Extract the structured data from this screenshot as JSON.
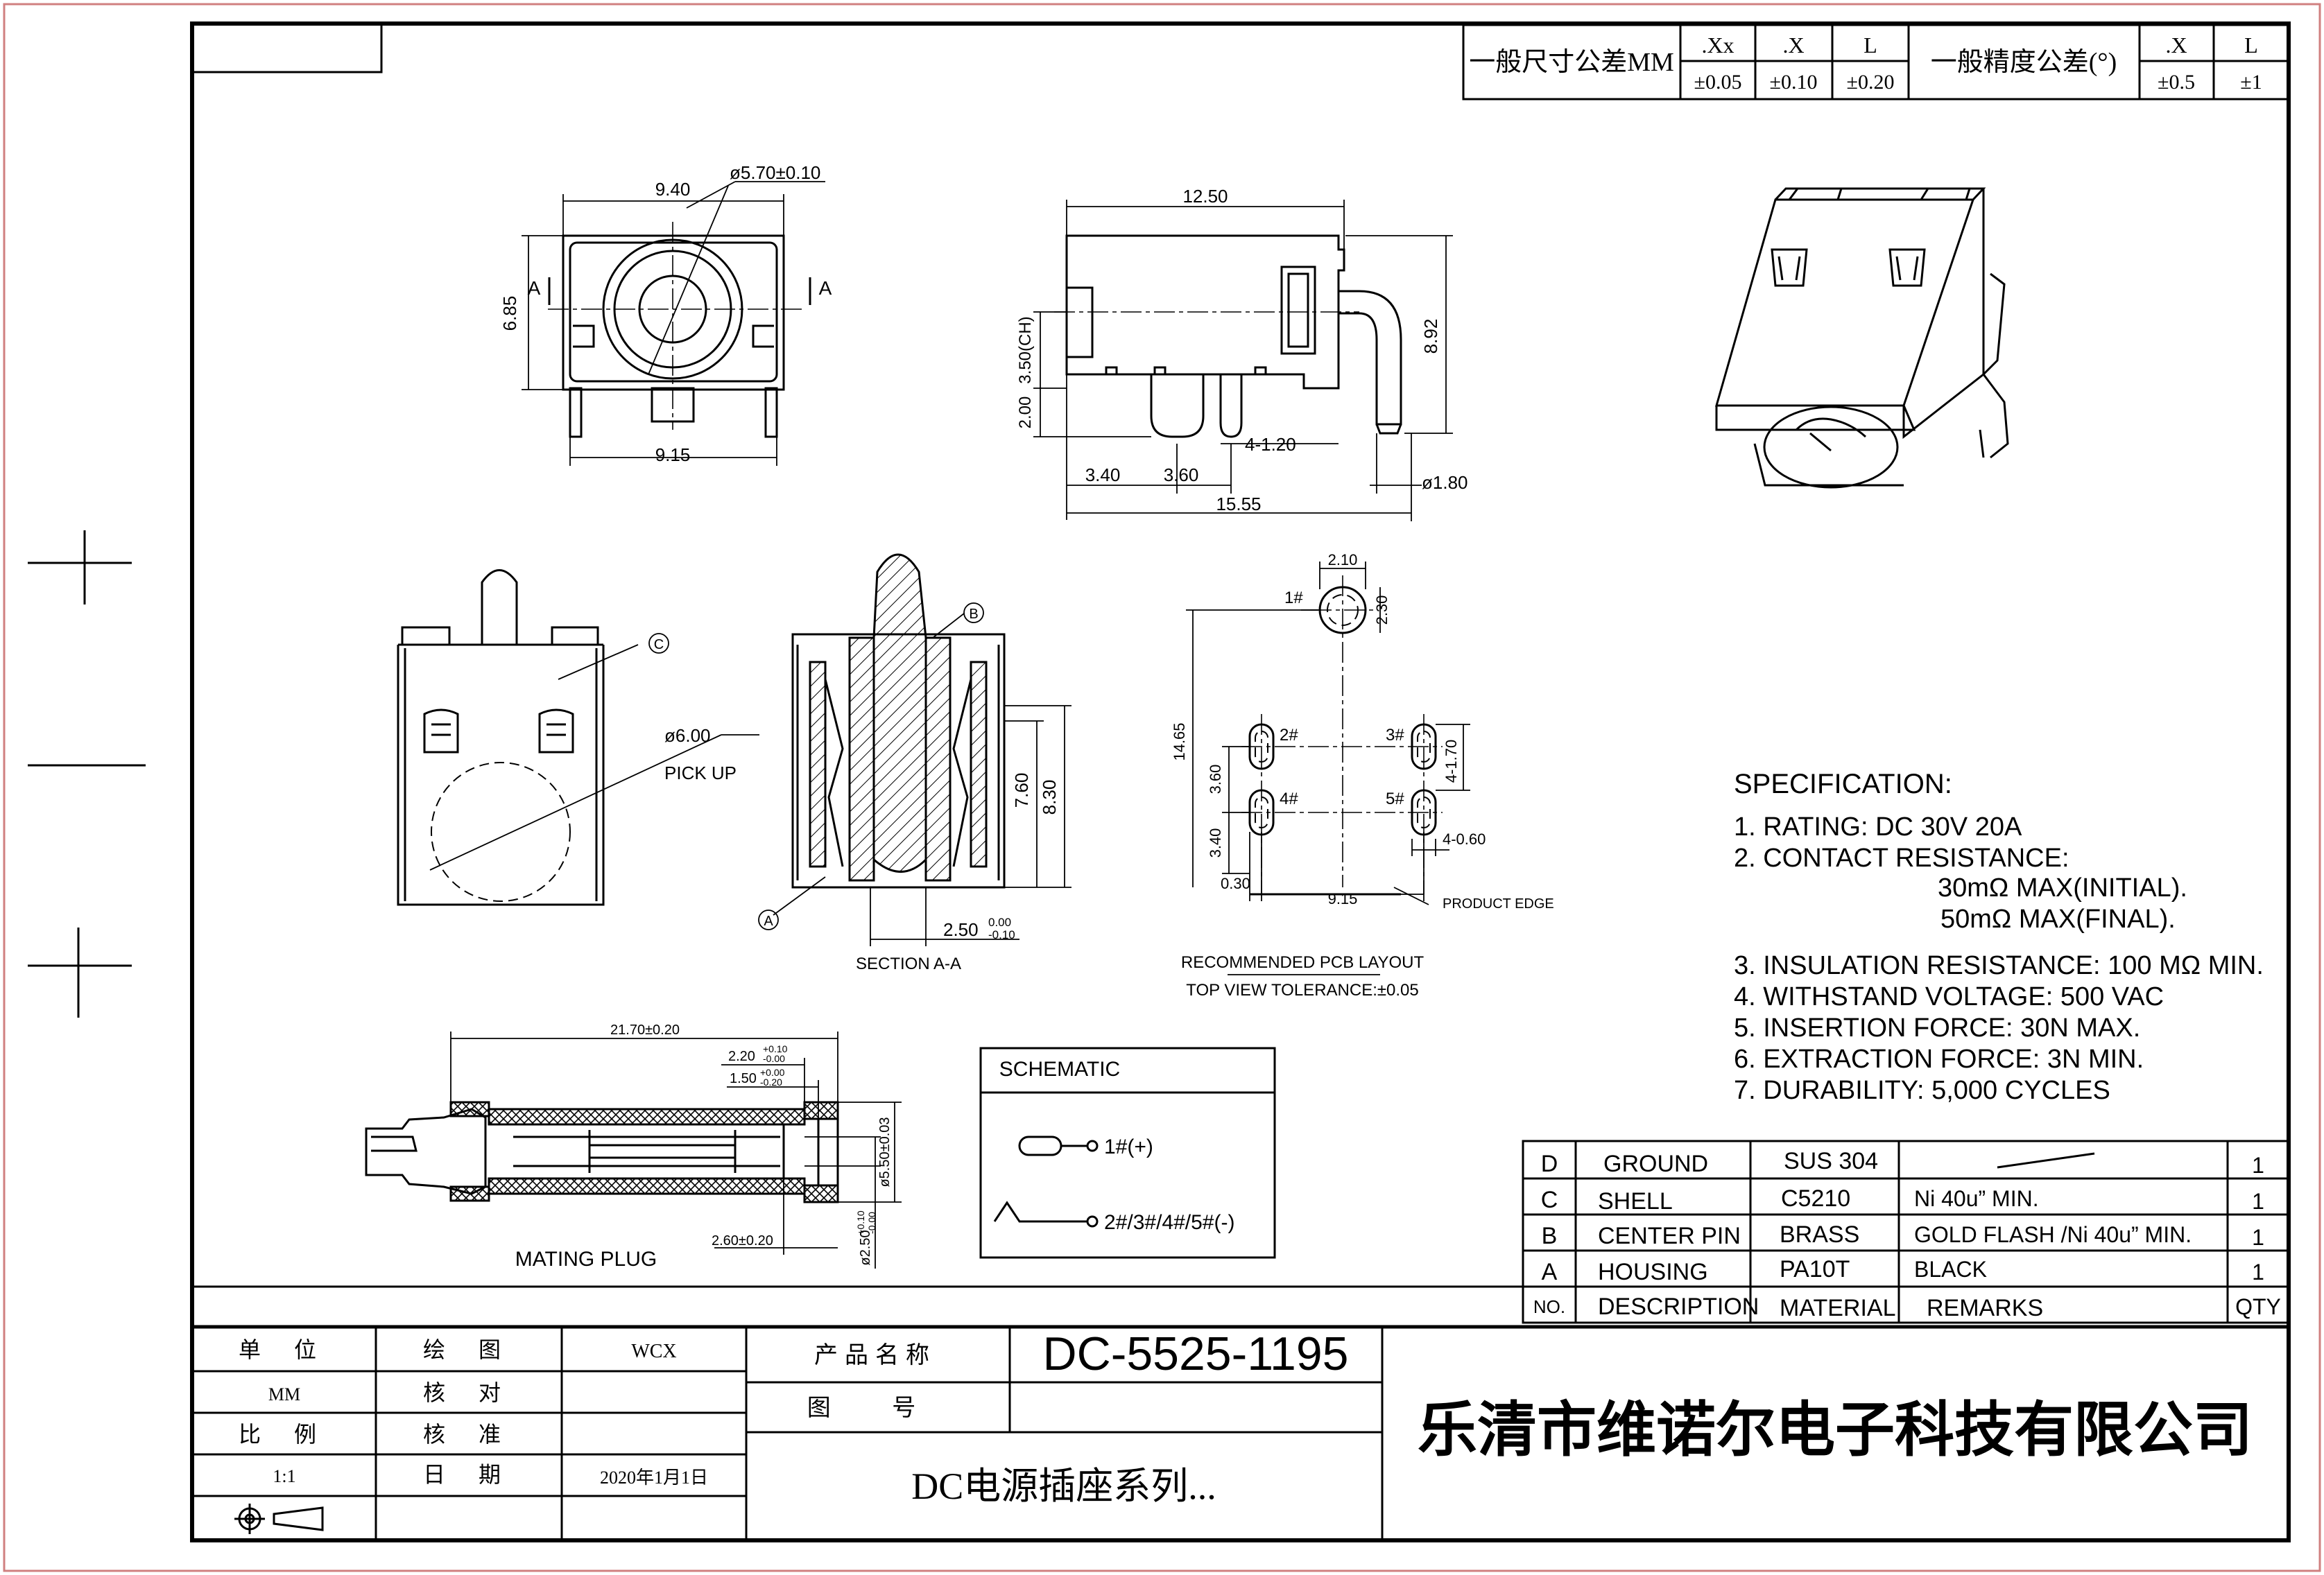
{
  "tolerance_block": {
    "dim_label": "一般尺寸公差MM",
    "dim_headers": [
      ".Xx",
      ".X",
      "L"
    ],
    "dim_values": [
      "±0.05",
      "±0.10",
      "±0.20"
    ],
    "angle_label": "一般精度公差(°)",
    "angle_headers": [
      ".X",
      "L"
    ],
    "angle_values": [
      "±0.5",
      "±1"
    ]
  },
  "front_view": {
    "w": "9.40",
    "dia": "ø5.70±0.10",
    "h": "6.85",
    "bottom": "9.15",
    "sec_l": "A",
    "sec_r": "A"
  },
  "side_view": {
    "top": "12.50",
    "height": "8.92",
    "ch": "3.50(CH)",
    "pin_h": "2.00",
    "pins": "4-1.20",
    "d1": "3.40",
    "d2": "3.60",
    "total": "15.55",
    "dia": "ø1.80"
  },
  "pickup_view": {
    "balloon": "C",
    "dia": "ø6.00",
    "label": "PICK UP"
  },
  "section_view": {
    "balloon_b": "B",
    "balloon_a": "A",
    "h1": "7.60",
    "h2": "8.30",
    "w": "2.50",
    "tol_up": "0.00",
    "tol_dn": "-0.10",
    "title": "SECTION A-A"
  },
  "pcb_layout": {
    "top_w": "2.10",
    "top_h": "2.30",
    "p1": "1#",
    "p2": "2#",
    "p3": "3#",
    "p4": "4#",
    "p5": "5#",
    "h": "14.65",
    "v1": "3.60",
    "v2": "3.40",
    "s1": "4-1.70",
    "s2": "4-0.60",
    "off": "0.30",
    "w": "9.15",
    "edge": "PRODUCT EDGE",
    "title": "RECOMMENDED PCB LAYOUT",
    "tol": "TOP VIEW TOLERANCE:±0.05"
  },
  "mating_plug": {
    "len": "21.70±0.20",
    "d1": "2.20",
    "d1_tol_up": "+0.10",
    "d1_tol_dn": "-0.00",
    "d2": "1.50",
    "d2_tol_up": "+0.00",
    "d2_tol_dn": "-0.20",
    "d3": "2.60±0.20",
    "od": "ø5.50±0.03",
    "id": "ø2.50",
    "id_tol_up": "+0.10",
    "id_tol_dn": "-0.00",
    "title": "MATING PLUG"
  },
  "schematic": {
    "title": "SCHEMATIC",
    "pin1": "1#(+)",
    "pin2": "2#/3#/4#/5#(-)"
  },
  "specification": {
    "title": "SPECIFICATION:",
    "lines": [
      "1. RATING: DC 30V 20A",
      "2. CONTACT RESISTANCE:",
      "30mΩ MAX(INITIAL).",
      "50mΩ MAX(FINAL).",
      "3. INSULATION RESISTANCE: 100 MΩ MIN.",
      "4. WITHSTAND VOLTAGE: 500 VAC",
      "5. INSERTION FORCE: 30N MAX.",
      "6. EXTRACTION FORCE: 3N MIN.",
      "7. DURABILITY: 5,000 CYCLES"
    ]
  },
  "bom": {
    "rows": [
      {
        "no": "D",
        "desc": "GROUND",
        "mat": "SUS 304",
        "rem": "",
        "qty": "1"
      },
      {
        "no": "C",
        "desc": "SHELL",
        "mat": "C5210",
        "rem": "Ni 40u” MIN.",
        "qty": "1"
      },
      {
        "no": "B",
        "desc": "CENTER PIN",
        "mat": "BRASS",
        "rem": "GOLD FLASH /Ni 40u” MIN.",
        "qty": "1"
      },
      {
        "no": "A",
        "desc": "HOUSING",
        "mat": "PA10T",
        "rem": "BLACK",
        "qty": "1"
      }
    ],
    "header": {
      "no": "NO.",
      "desc": "DESCRIPTION",
      "mat": "MATERIAL",
      "rem": "REMARKS",
      "qty": "QTY"
    }
  },
  "title_block": {
    "unit_label": "单 位",
    "unit_value": "MM",
    "scale_label": "比 例",
    "scale_value": "1:1",
    "draw_label": "绘 图",
    "draw_value": "WCX",
    "check_label": "核 对",
    "check_value": "",
    "approve_label": "核 准",
    "approve_value": "",
    "date_label": "日 期",
    "date_value": "2020年1月1日",
    "product_label": "产品名称",
    "product_value": "DC-5525-1195",
    "drawing_no_label": "图 号",
    "drawing_no_value": "",
    "series": "DC电源插座系列...",
    "company": "乐清市维诺尔电子科技有限公司"
  }
}
